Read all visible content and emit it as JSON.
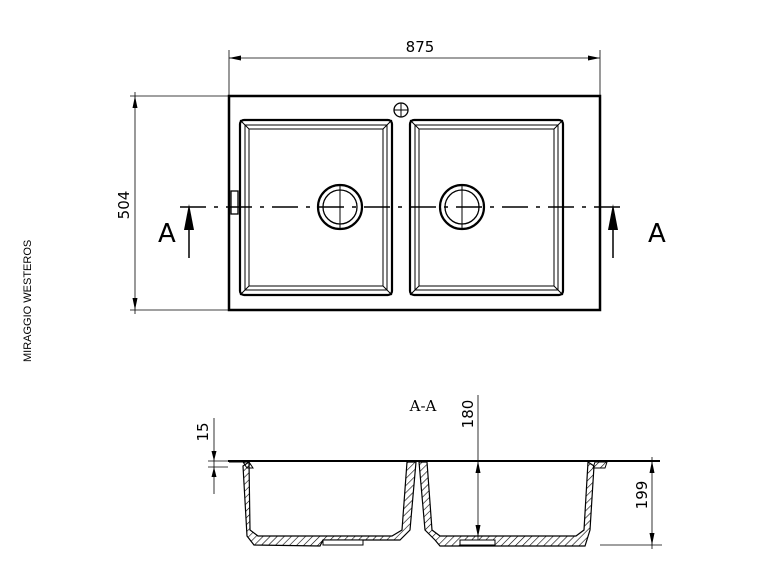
{
  "title": "MIRAGGIO WESTEROS",
  "top_view": {
    "width_dim": "875",
    "depth_dim": "504",
    "section_mark_left": "A",
    "section_mark_right": "A"
  },
  "section_view": {
    "label": "A-A",
    "bowl_depth_dim": "180",
    "overall_height_dim": "199",
    "rim_thickness_dim": "15"
  }
}
